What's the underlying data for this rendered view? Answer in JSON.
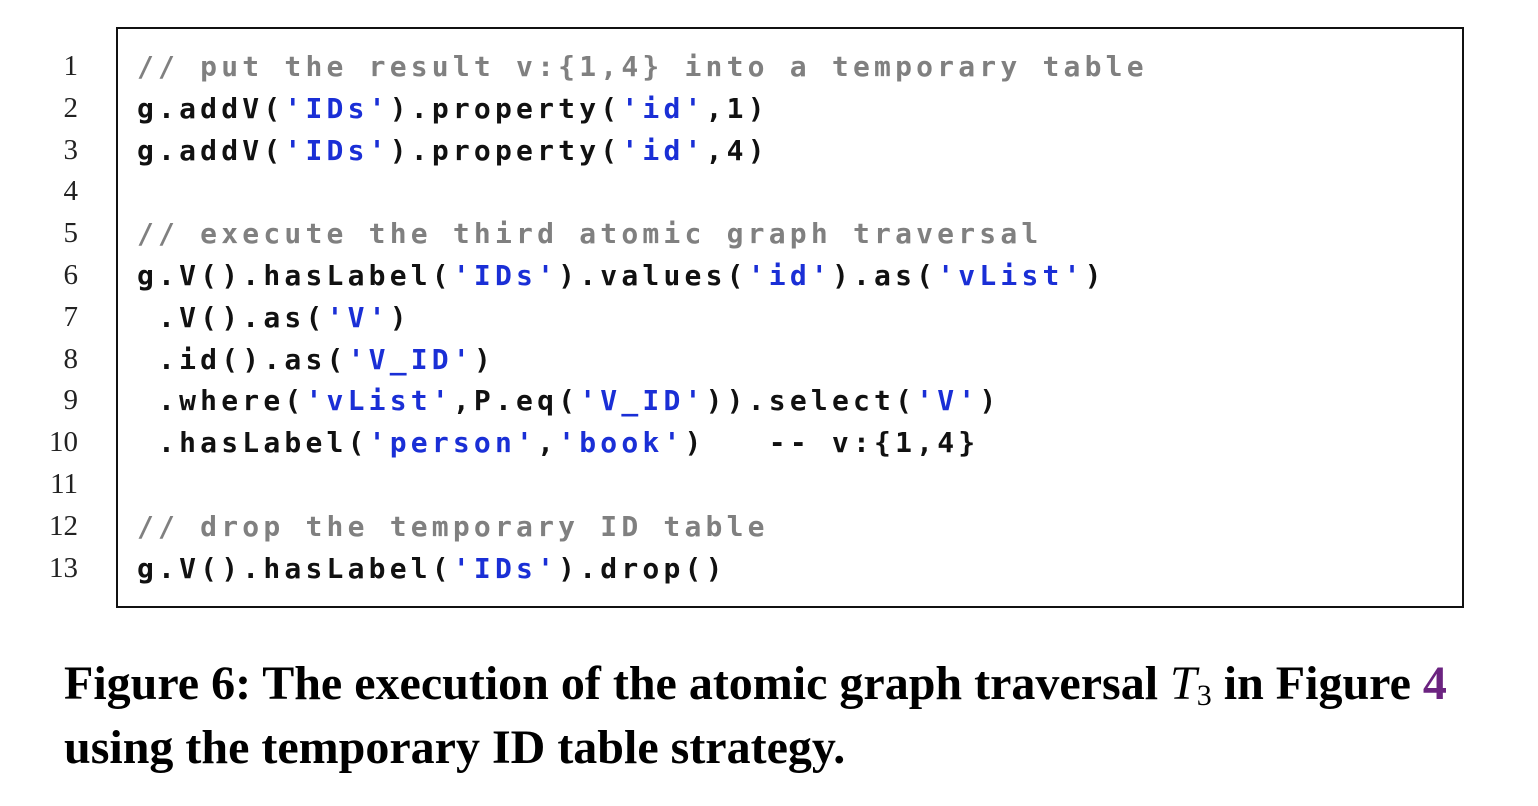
{
  "code_listing": {
    "line_numbers": [
      "1",
      "2",
      "3",
      "4",
      "5",
      "6",
      "7",
      "8",
      "9",
      "10",
      "11",
      "12",
      "13"
    ],
    "lines": [
      [
        {
          "t": "c",
          "v": "// put the result v:{1,4} into a temporary table"
        }
      ],
      [
        {
          "t": "p",
          "v": "g.addV("
        },
        {
          "t": "s",
          "v": "'IDs'"
        },
        {
          "t": "p",
          "v": ").property("
        },
        {
          "t": "s",
          "v": "'id'"
        },
        {
          "t": "p",
          "v": ",1)"
        }
      ],
      [
        {
          "t": "p",
          "v": "g.addV("
        },
        {
          "t": "s",
          "v": "'IDs'"
        },
        {
          "t": "p",
          "v": ").property("
        },
        {
          "t": "s",
          "v": "'id'"
        },
        {
          "t": "p",
          "v": ",4)"
        }
      ],
      [],
      [
        {
          "t": "c",
          "v": "// execute the third atomic graph traversal"
        }
      ],
      [
        {
          "t": "p",
          "v": "g.V().hasLabel("
        },
        {
          "t": "s",
          "v": "'IDs'"
        },
        {
          "t": "p",
          "v": ").values("
        },
        {
          "t": "s",
          "v": "'id'"
        },
        {
          "t": "p",
          "v": ").as("
        },
        {
          "t": "s",
          "v": "'vList'"
        },
        {
          "t": "p",
          "v": ")"
        }
      ],
      [
        {
          "t": "p",
          "v": " .V().as("
        },
        {
          "t": "s",
          "v": "'V'"
        },
        {
          "t": "p",
          "v": ")"
        }
      ],
      [
        {
          "t": "p",
          "v": " .id().as("
        },
        {
          "t": "s",
          "v": "'V_ID'"
        },
        {
          "t": "p",
          "v": ")"
        }
      ],
      [
        {
          "t": "p",
          "v": " .where("
        },
        {
          "t": "s",
          "v": "'vList'"
        },
        {
          "t": "p",
          "v": ",P.eq("
        },
        {
          "t": "s",
          "v": "'V_ID'"
        },
        {
          "t": "p",
          "v": ")).select("
        },
        {
          "t": "s",
          "v": "'V'"
        },
        {
          "t": "p",
          "v": ")"
        }
      ],
      [
        {
          "t": "p",
          "v": " .hasLabel("
        },
        {
          "t": "s",
          "v": "'person'"
        },
        {
          "t": "p",
          "v": ","
        },
        {
          "t": "s",
          "v": "'book'"
        },
        {
          "t": "p",
          "v": ")   -- v:{1,4}"
        }
      ],
      [],
      [
        {
          "t": "c",
          "v": "// drop the temporary ID table"
        }
      ],
      [
        {
          "t": "p",
          "v": "g.V().hasLabel("
        },
        {
          "t": "s",
          "v": "'IDs'"
        },
        {
          "t": "p",
          "v": ").drop()"
        }
      ]
    ]
  },
  "caption": {
    "prefix": "Figure 6: The execution of the atomic graph traversal ",
    "math_base": "T",
    "math_sub": "3",
    "mid": " in Figure ",
    "ref": "4",
    "suffix": " using the temporary ID table strategy."
  },
  "colors": {
    "comment": "#808080",
    "string": "#1a2fd6",
    "reference_link": "#6b2380"
  }
}
